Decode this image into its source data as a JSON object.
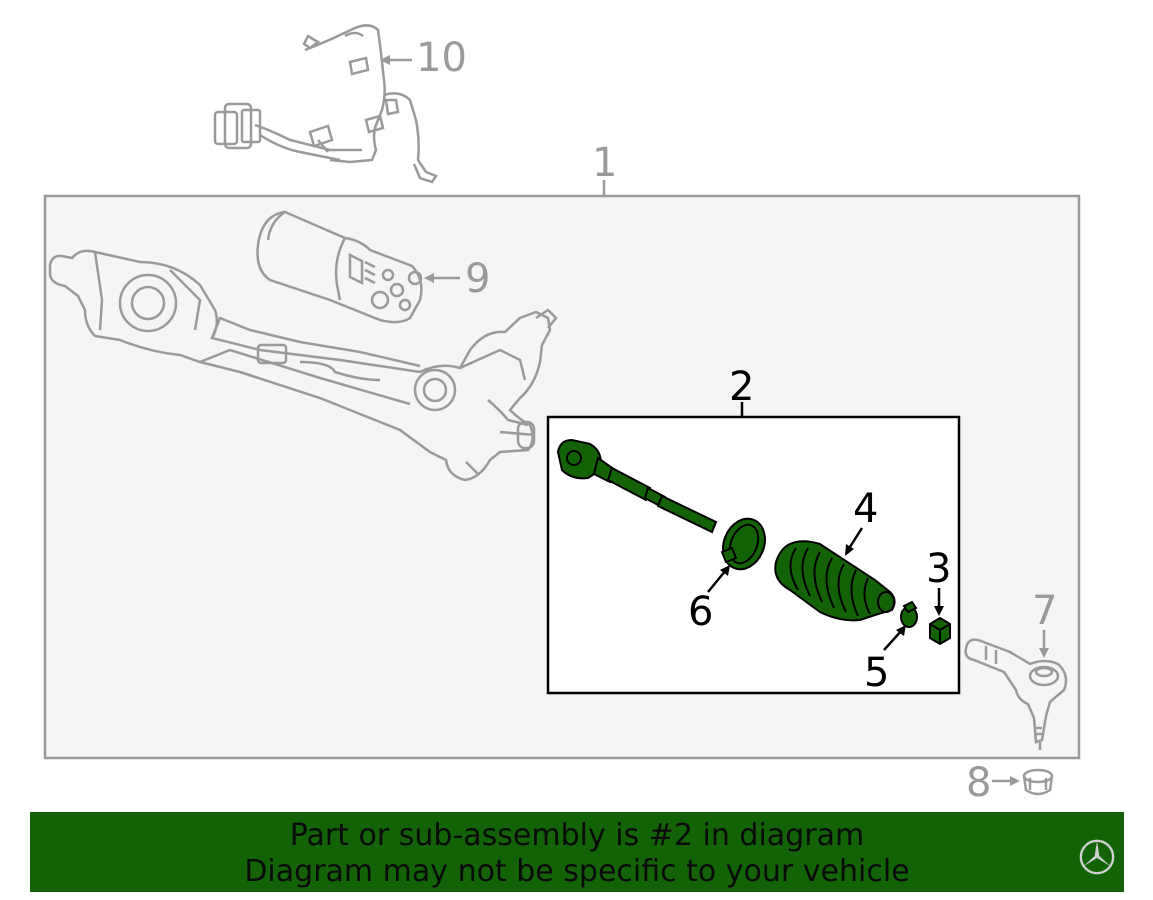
{
  "diagram": {
    "callouts": {
      "c1": "1",
      "c2": "2",
      "c3": "3",
      "c4": "4",
      "c5": "5",
      "c6": "6",
      "c7": "7",
      "c8": "8",
      "c9": "9",
      "c10": "10"
    },
    "highlight_color": "#136306",
    "muted_color": "#9a9a9a"
  },
  "banner": {
    "line1": "Part or sub-assembly is #2 in diagram",
    "line2": "Diagram may not be specific to your vehicle",
    "background": "#136306"
  },
  "watermark": {
    "icon": "three-point-star-logo-icon"
  }
}
